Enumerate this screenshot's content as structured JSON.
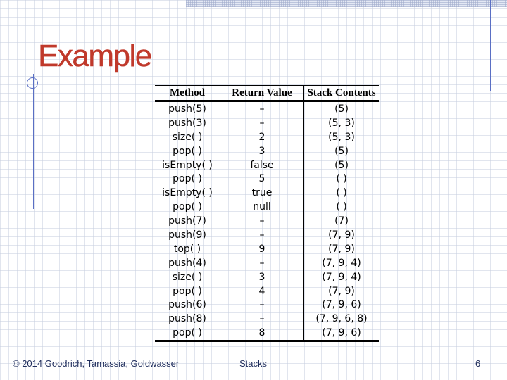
{
  "slide": {
    "title": "Example",
    "table": {
      "headers": [
        "Method",
        "Return Value",
        "Stack Contents"
      ],
      "rows": [
        [
          "push(5)",
          "–",
          "(5)"
        ],
        [
          "push(3)",
          "–",
          "(5, 3)"
        ],
        [
          "size( )",
          "2",
          "(5, 3)"
        ],
        [
          "pop( )",
          "3",
          "(5)"
        ],
        [
          "isEmpty( )",
          "false",
          "(5)"
        ],
        [
          "pop( )",
          "5",
          "( )"
        ],
        [
          "isEmpty( )",
          "true",
          "( )"
        ],
        [
          "pop( )",
          "null",
          "( )"
        ],
        [
          "push(7)",
          "–",
          "(7)"
        ],
        [
          "push(9)",
          "–",
          "(7, 9)"
        ],
        [
          "top( )",
          "9",
          "(7, 9)"
        ],
        [
          "push(4)",
          "–",
          "(7, 9, 4)"
        ],
        [
          "size( )",
          "3",
          "(7, 9, 4)"
        ],
        [
          "pop( )",
          "4",
          "(7, 9)"
        ],
        [
          "push(6)",
          "–",
          "(7, 9, 6)"
        ],
        [
          "push(8)",
          "–",
          "(7, 9, 6, 8)"
        ],
        [
          "pop( )",
          "8",
          "(7, 9, 6)"
        ]
      ]
    }
  },
  "footer": {
    "copyright": "© 2014 Goodrich, Tamassia, Goldwasser",
    "topic": "Stacks",
    "page_number": "6"
  },
  "colors": {
    "title": "#c0392b",
    "accent_lines": "#5a6fc4",
    "footer_text": "#1f2d5c"
  }
}
